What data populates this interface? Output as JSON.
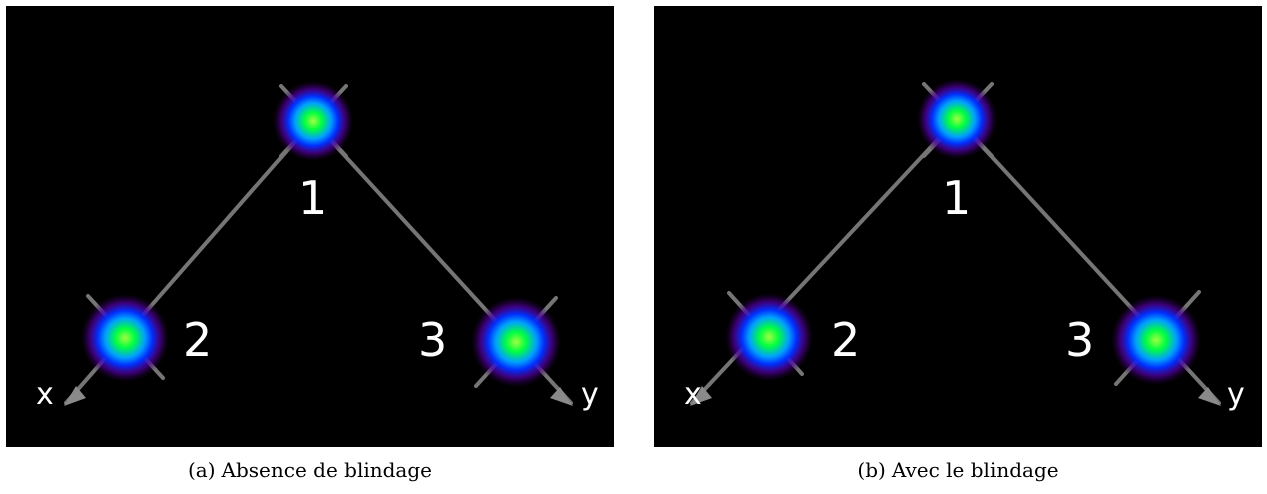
{
  "panels": [
    {
      "tag": "(a)",
      "caption": "Absence de blindage",
      "spot_labels": [
        "1",
        "2",
        "3"
      ],
      "axis_labels": {
        "x": "x",
        "y": "y"
      }
    },
    {
      "tag": "(b)",
      "caption": "Avec le blindage",
      "spot_labels": [
        "1",
        "2",
        "3"
      ],
      "axis_labels": {
        "x": "x",
        "y": "y"
      }
    }
  ],
  "colors": {
    "background": "#000000",
    "spot_core": "#00ff40",
    "spot_mid": "#0080ff",
    "spot_halo": "#7000a0",
    "lines": "#8a8a8a",
    "labels": "#ffffff"
  }
}
